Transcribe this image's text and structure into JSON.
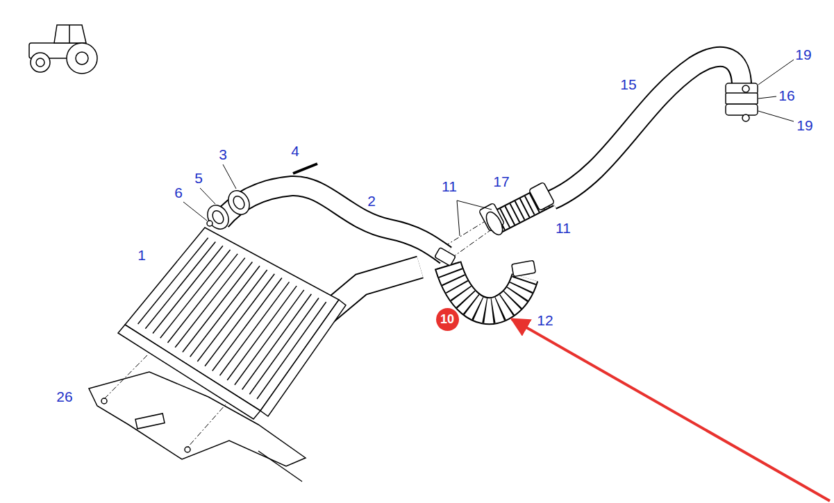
{
  "diagram": {
    "nodes": [
      {
        "text": [
          "10"
        ]
      }
    ],
    "labels": [
      "19",
      "15",
      "16",
      "19",
      "3",
      "4",
      "5",
      "6",
      "2",
      "11",
      "17",
      "11",
      "1",
      "12",
      "26"
    ]
  }
}
